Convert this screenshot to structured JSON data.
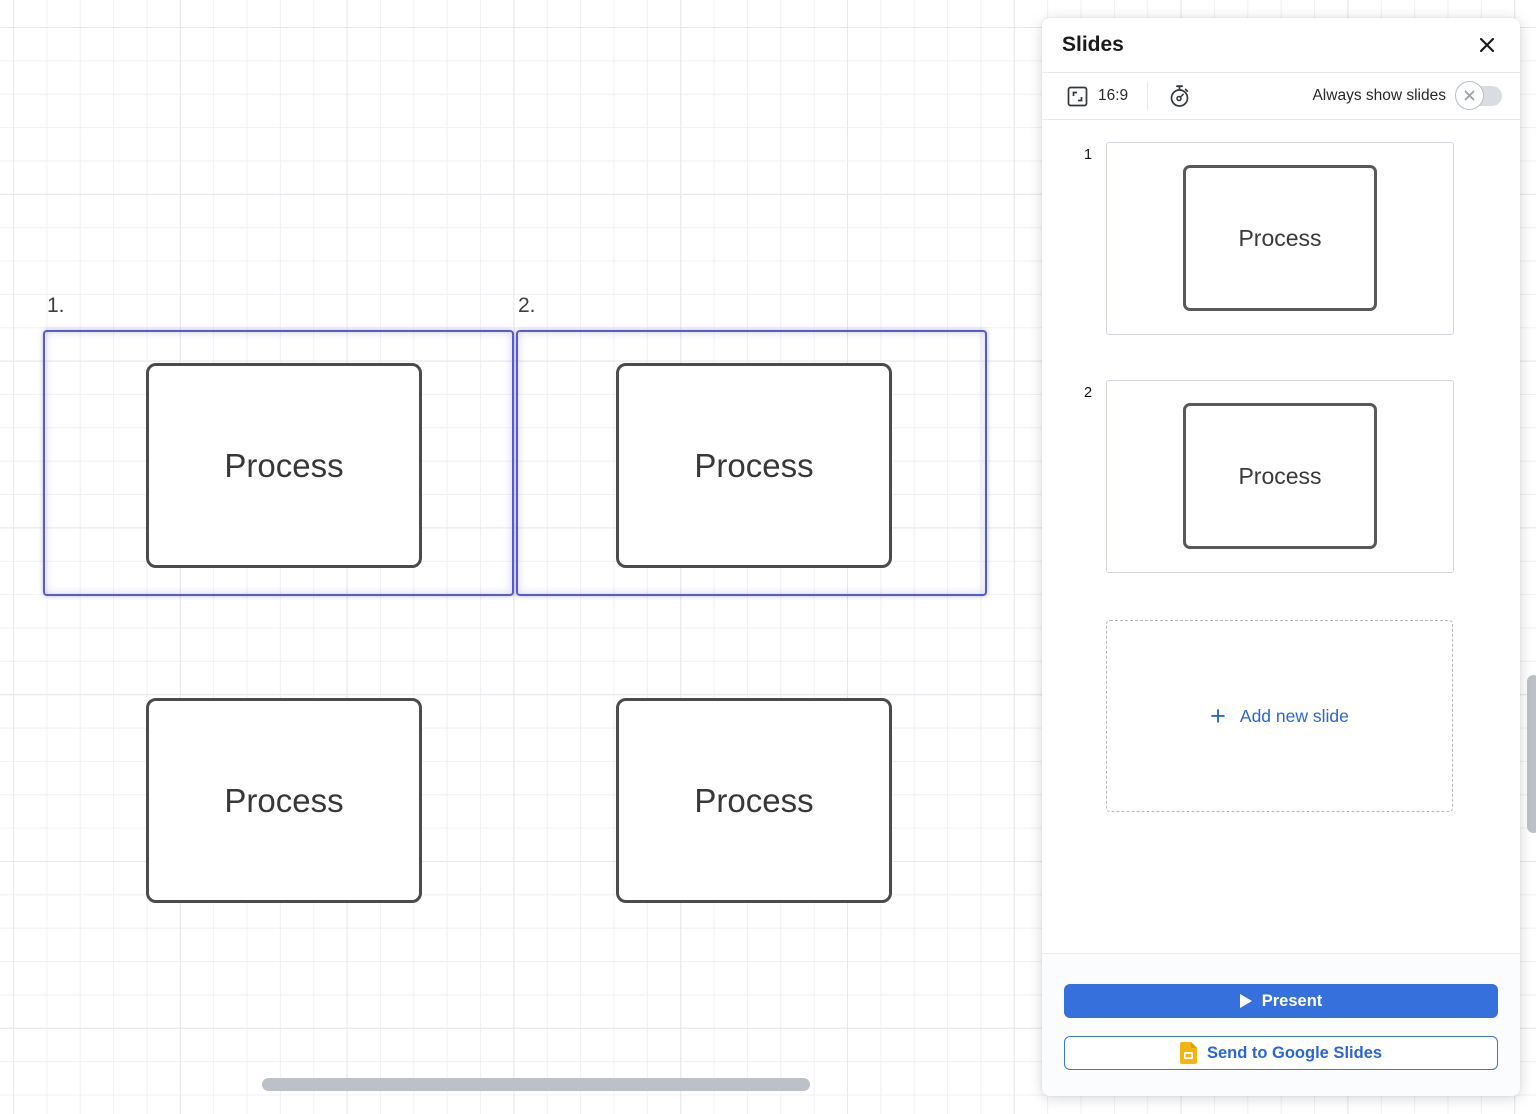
{
  "canvas": {
    "frames": [
      {
        "label": "1."
      },
      {
        "label": "2."
      }
    ],
    "shapes": [
      {
        "label": "Process"
      },
      {
        "label": "Process"
      },
      {
        "label": "Process"
      },
      {
        "label": "Process"
      }
    ]
  },
  "panel": {
    "title": "Slides",
    "close_icon": "✕",
    "toolbar": {
      "aspect_ratio": "16:9",
      "always_show_label": "Always show slides",
      "toggle_state": "off"
    },
    "slides": [
      {
        "number": "1",
        "shape_label": "Process"
      },
      {
        "number": "2",
        "shape_label": "Process"
      }
    ],
    "add_slide": {
      "plus_icon": "+",
      "label": "Add new slide"
    },
    "footer": {
      "present_label": "Present",
      "send_label": "Send to Google Slides"
    }
  },
  "colors": {
    "accent_blue": "#3670dc",
    "link_blue": "#2a66d9",
    "frame_purple": "#575cc5",
    "shape_border": "#4b4b4b",
    "google_slides_yellow": "#f4b511",
    "scrollbar_gray": "#bcc0c7"
  }
}
